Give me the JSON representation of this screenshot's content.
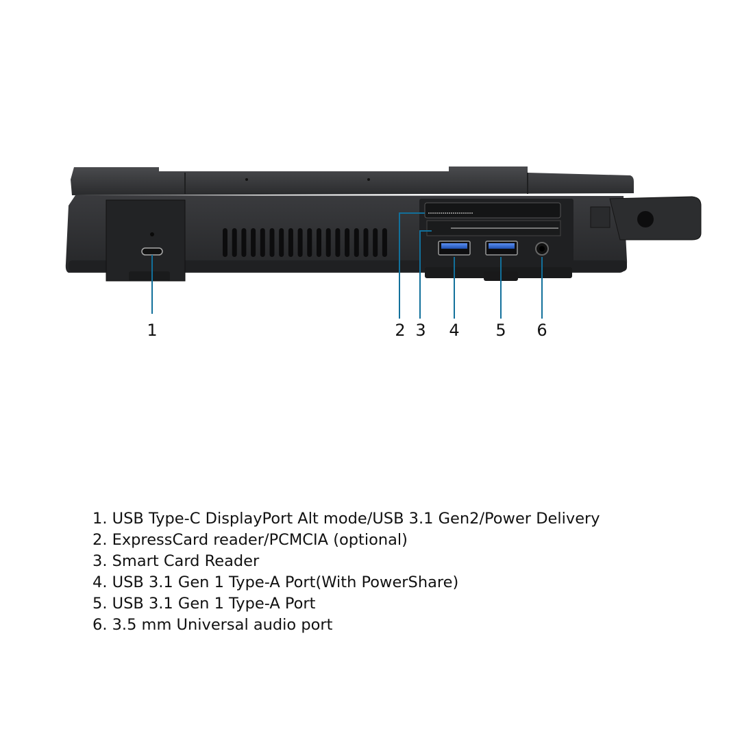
{
  "colors": {
    "callout_line": "#12709b",
    "body": "#2c2d2f",
    "usb_blue": "#2f6fd6"
  },
  "callouts": [
    {
      "number": "1",
      "label": "USB Type-C DisplayPort Alt mode/USB 3.1 Gen2/Power Delivery"
    },
    {
      "number": "2",
      "label": "ExpressCard reader/PCMCIA (optional)"
    },
    {
      "number": "3",
      "label": "Smart Card Reader"
    },
    {
      "number": "4",
      "label": "USB 3.1 Gen 1 Type-A Port(With PowerShare)"
    },
    {
      "number": "5",
      "label": "USB 3.1 Gen 1 Type-A Port"
    },
    {
      "number": "6",
      "label": "3.5 mm Universal audio port"
    }
  ],
  "legend": [
    "1. USB Type-C DisplayPort Alt mode/USB 3.1 Gen2/Power Delivery",
    "2. ExpressCard reader/PCMCIA (optional)",
    "3. Smart Card Reader",
    "4. USB 3.1 Gen 1 Type-A Port(With PowerShare)",
    "5. USB 3.1 Gen 1 Type-A Port",
    "6. 3.5 mm Universal audio port"
  ]
}
